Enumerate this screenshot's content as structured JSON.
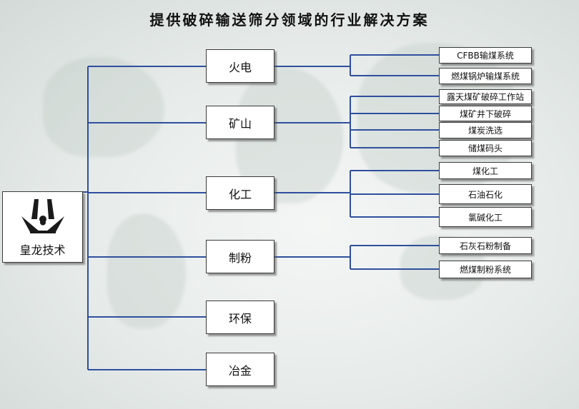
{
  "title": "提供破碎输送筛分领域的行业解决方案",
  "root": {
    "label": "皇龙技术"
  },
  "categories": [
    {
      "label": "火电",
      "items": [
        "CFBB输煤系统",
        "燃煤锅炉输煤系统"
      ]
    },
    {
      "label": "矿山",
      "items": [
        "露天煤矿破碎工作站",
        "煤矿井下破碎",
        "煤炭洗选",
        "储煤码头"
      ]
    },
    {
      "label": "化工",
      "items": [
        "煤化工",
        "石油石化",
        "氯碱化工"
      ]
    },
    {
      "label": "制粉",
      "items": [
        "石灰石粉制备",
        "燃煤制粉系统"
      ]
    },
    {
      "label": "环保",
      "items": []
    },
    {
      "label": "冶金",
      "items": []
    }
  ],
  "colors": {
    "connector": "#2f4f9e",
    "border": "#3a3a3a"
  }
}
